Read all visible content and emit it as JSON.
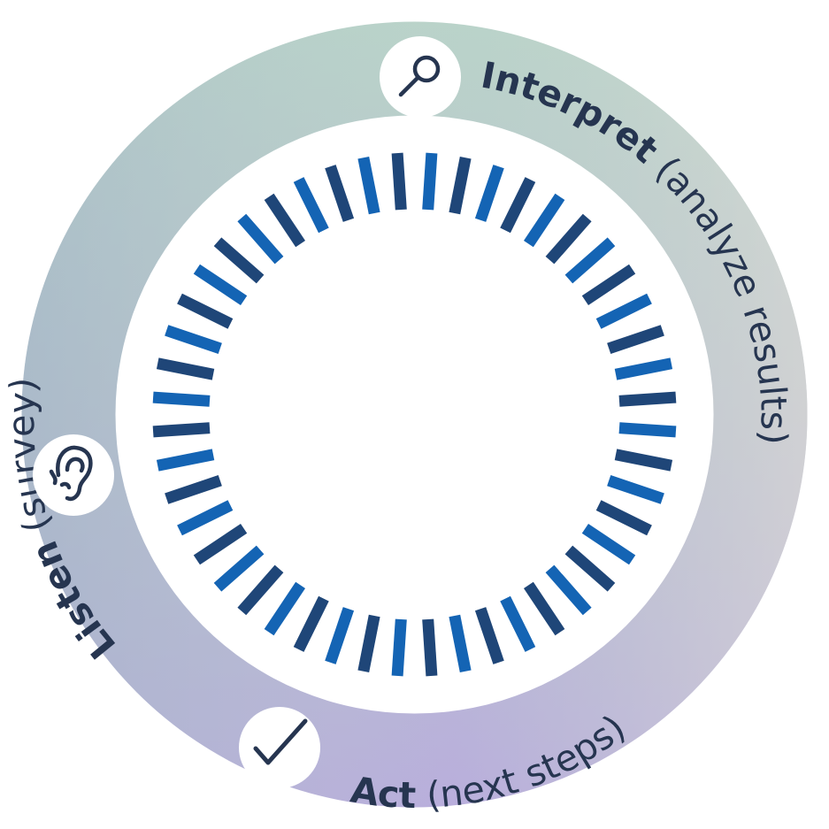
{
  "steps": [
    {
      "bold": "Listen",
      "detail": "(survey)",
      "icon": "ear-icon"
    },
    {
      "bold": "Interpret",
      "detail": "(analyze results)",
      "icon": "magnifier-icon"
    },
    {
      "bold": "Act",
      "detail": "(next steps)",
      "icon": "checkmark-icon"
    }
  ],
  "colors": {
    "text": "#263550",
    "ring_top": "#b6d1cb",
    "ring_left": "#a0b6c4",
    "ring_bottom": "#b5abdd",
    "ring_right": "#e0ddd3",
    "ticks_light": "#1464b4",
    "ticks_dark": "#1f4678"
  },
  "tick_count": 48
}
